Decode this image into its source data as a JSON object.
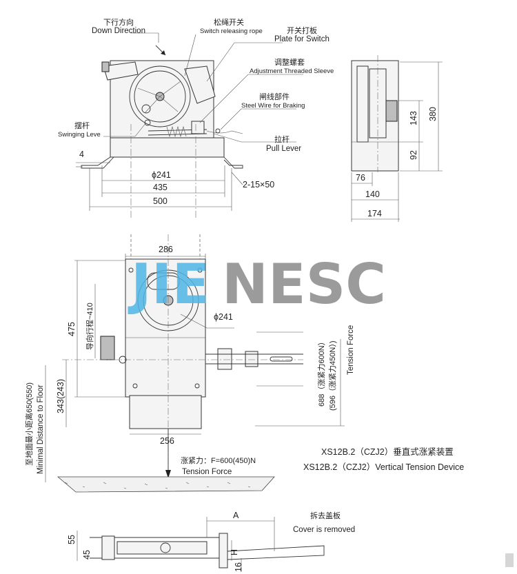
{
  "annotations": {
    "down_direction_cn": "下行方向",
    "down_direction_en": "Down Direction",
    "switch_rope_cn": "松绳开关",
    "switch_rope_en": "Switch releasing rope",
    "plate_switch_cn": "开关打板",
    "plate_switch_en": "Plate for Switch",
    "adj_sleeve_cn": "调整螺套",
    "adj_sleeve_en": "Adjustment Threaded Sleeve",
    "steel_wire_cn": "闸线部件",
    "steel_wire_en": "Steel Wire for Braking",
    "swing_lever_cn": "摆杆",
    "swing_lever_en": "Swinging Leve",
    "pull_lever_cn": "拉杆",
    "pull_lever_en": "Pull Lever",
    "cover_removed_cn": "拆去盖板",
    "cover_removed_en": "Cover is removed",
    "tension_force_cn": "涨紧力：F=600(450)N",
    "tension_force_en": "Tension Force",
    "tension_force_side_en": "Tension Force",
    "tension_688": "688（涨紧力600N）",
    "tension_596": "(596（涨紧力450N）)",
    "guide_stroke": "导向行程~410",
    "min_distance_cn": "至地面最小距离650(550)",
    "min_distance_en": "Minimal Distance to Floor"
  },
  "dimensions": {
    "d_phi241_top": "ϕ241",
    "d_435": "435",
    "d_500": "500",
    "d_4": "4",
    "d_bolts": "2-15×50",
    "d_380": "380",
    "d_143": "143",
    "d_92": "92",
    "d_76": "76",
    "d_140": "140",
    "d_174": "174",
    "d_286": "286",
    "d_phi241_front": "ϕ241",
    "d_475": "475",
    "d_343": "343(243)",
    "d_256": "256",
    "d_A": "A",
    "d_55": "55",
    "d_45": "45",
    "d_H": "H",
    "d_16": "16"
  },
  "title": {
    "cn": "XS12B.2（CZJ2）垂直式涨紧装置",
    "en": "XS12B.2（CZJ2）Vertical Tension Device"
  },
  "watermark": {
    "left": "JIE",
    "right": "NESC",
    "left_color": "#4fb6e6",
    "right_color": "#8a8a8a"
  }
}
